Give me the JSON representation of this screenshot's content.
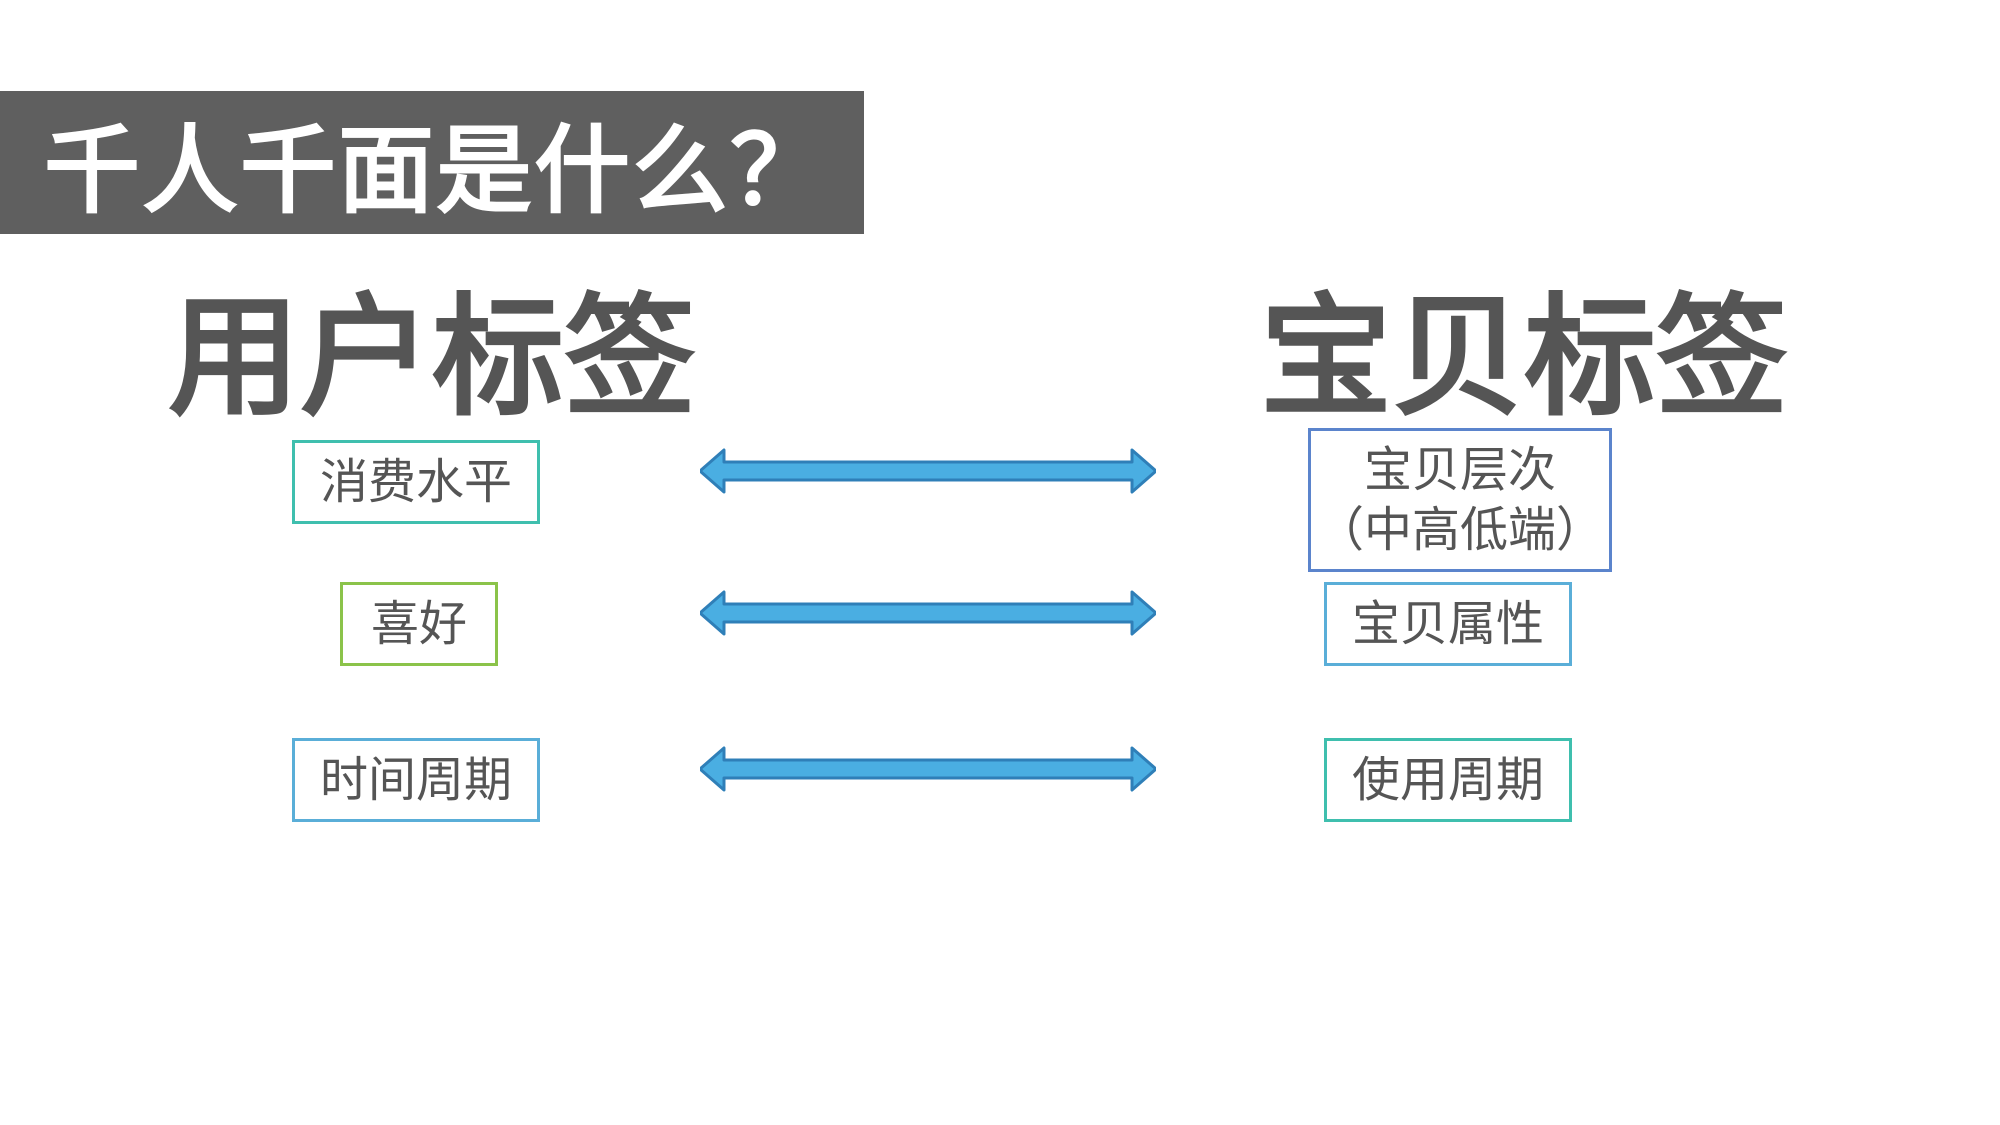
{
  "title": "千人千面是什么？",
  "headings": {
    "left": "用户标签",
    "right": "宝贝标签"
  },
  "user_tags": {
    "consumption": "消费水平",
    "preference": "喜好",
    "time_cycle": "时间周期"
  },
  "item_tags": {
    "level_line1": "宝贝层次",
    "level_line2": "（中高低端）",
    "attribute": "宝贝属性",
    "usage_cycle": "使用周期"
  },
  "colors": {
    "title_bg": "#5f5f5f",
    "heading_text": "#555555",
    "arrow_fill": "#4aaee2",
    "arrow_stroke": "#2f7fb8"
  }
}
